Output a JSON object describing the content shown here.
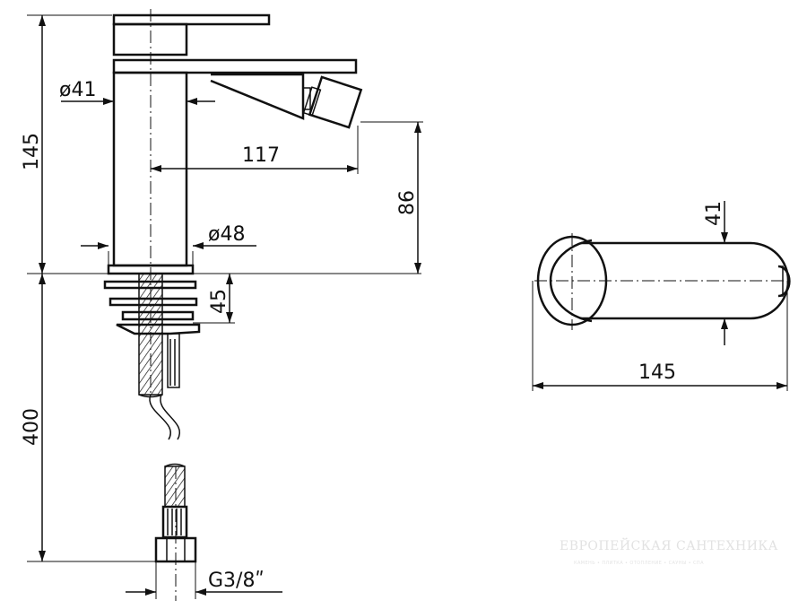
{
  "dimensions": {
    "d41": "ø41",
    "d117": "117",
    "d145_side": "145",
    "d86": "86",
    "d48": "ø48",
    "d45": "45",
    "d400": "400",
    "g38": "G3/8ʺ",
    "d41_top": "41",
    "d145_top": "145"
  },
  "watermark": {
    "title": "ЕВРОПЕЙСКАЯ САНТЕХНИКА",
    "subtitle": "КАМЕНЬ • ПЛИТКА • ОТОПЛЕНИЕ • САУНЫ • СПА"
  },
  "colors": {
    "line": "#111111",
    "background": "#ffffff",
    "watermark": "#e2e2e2"
  }
}
